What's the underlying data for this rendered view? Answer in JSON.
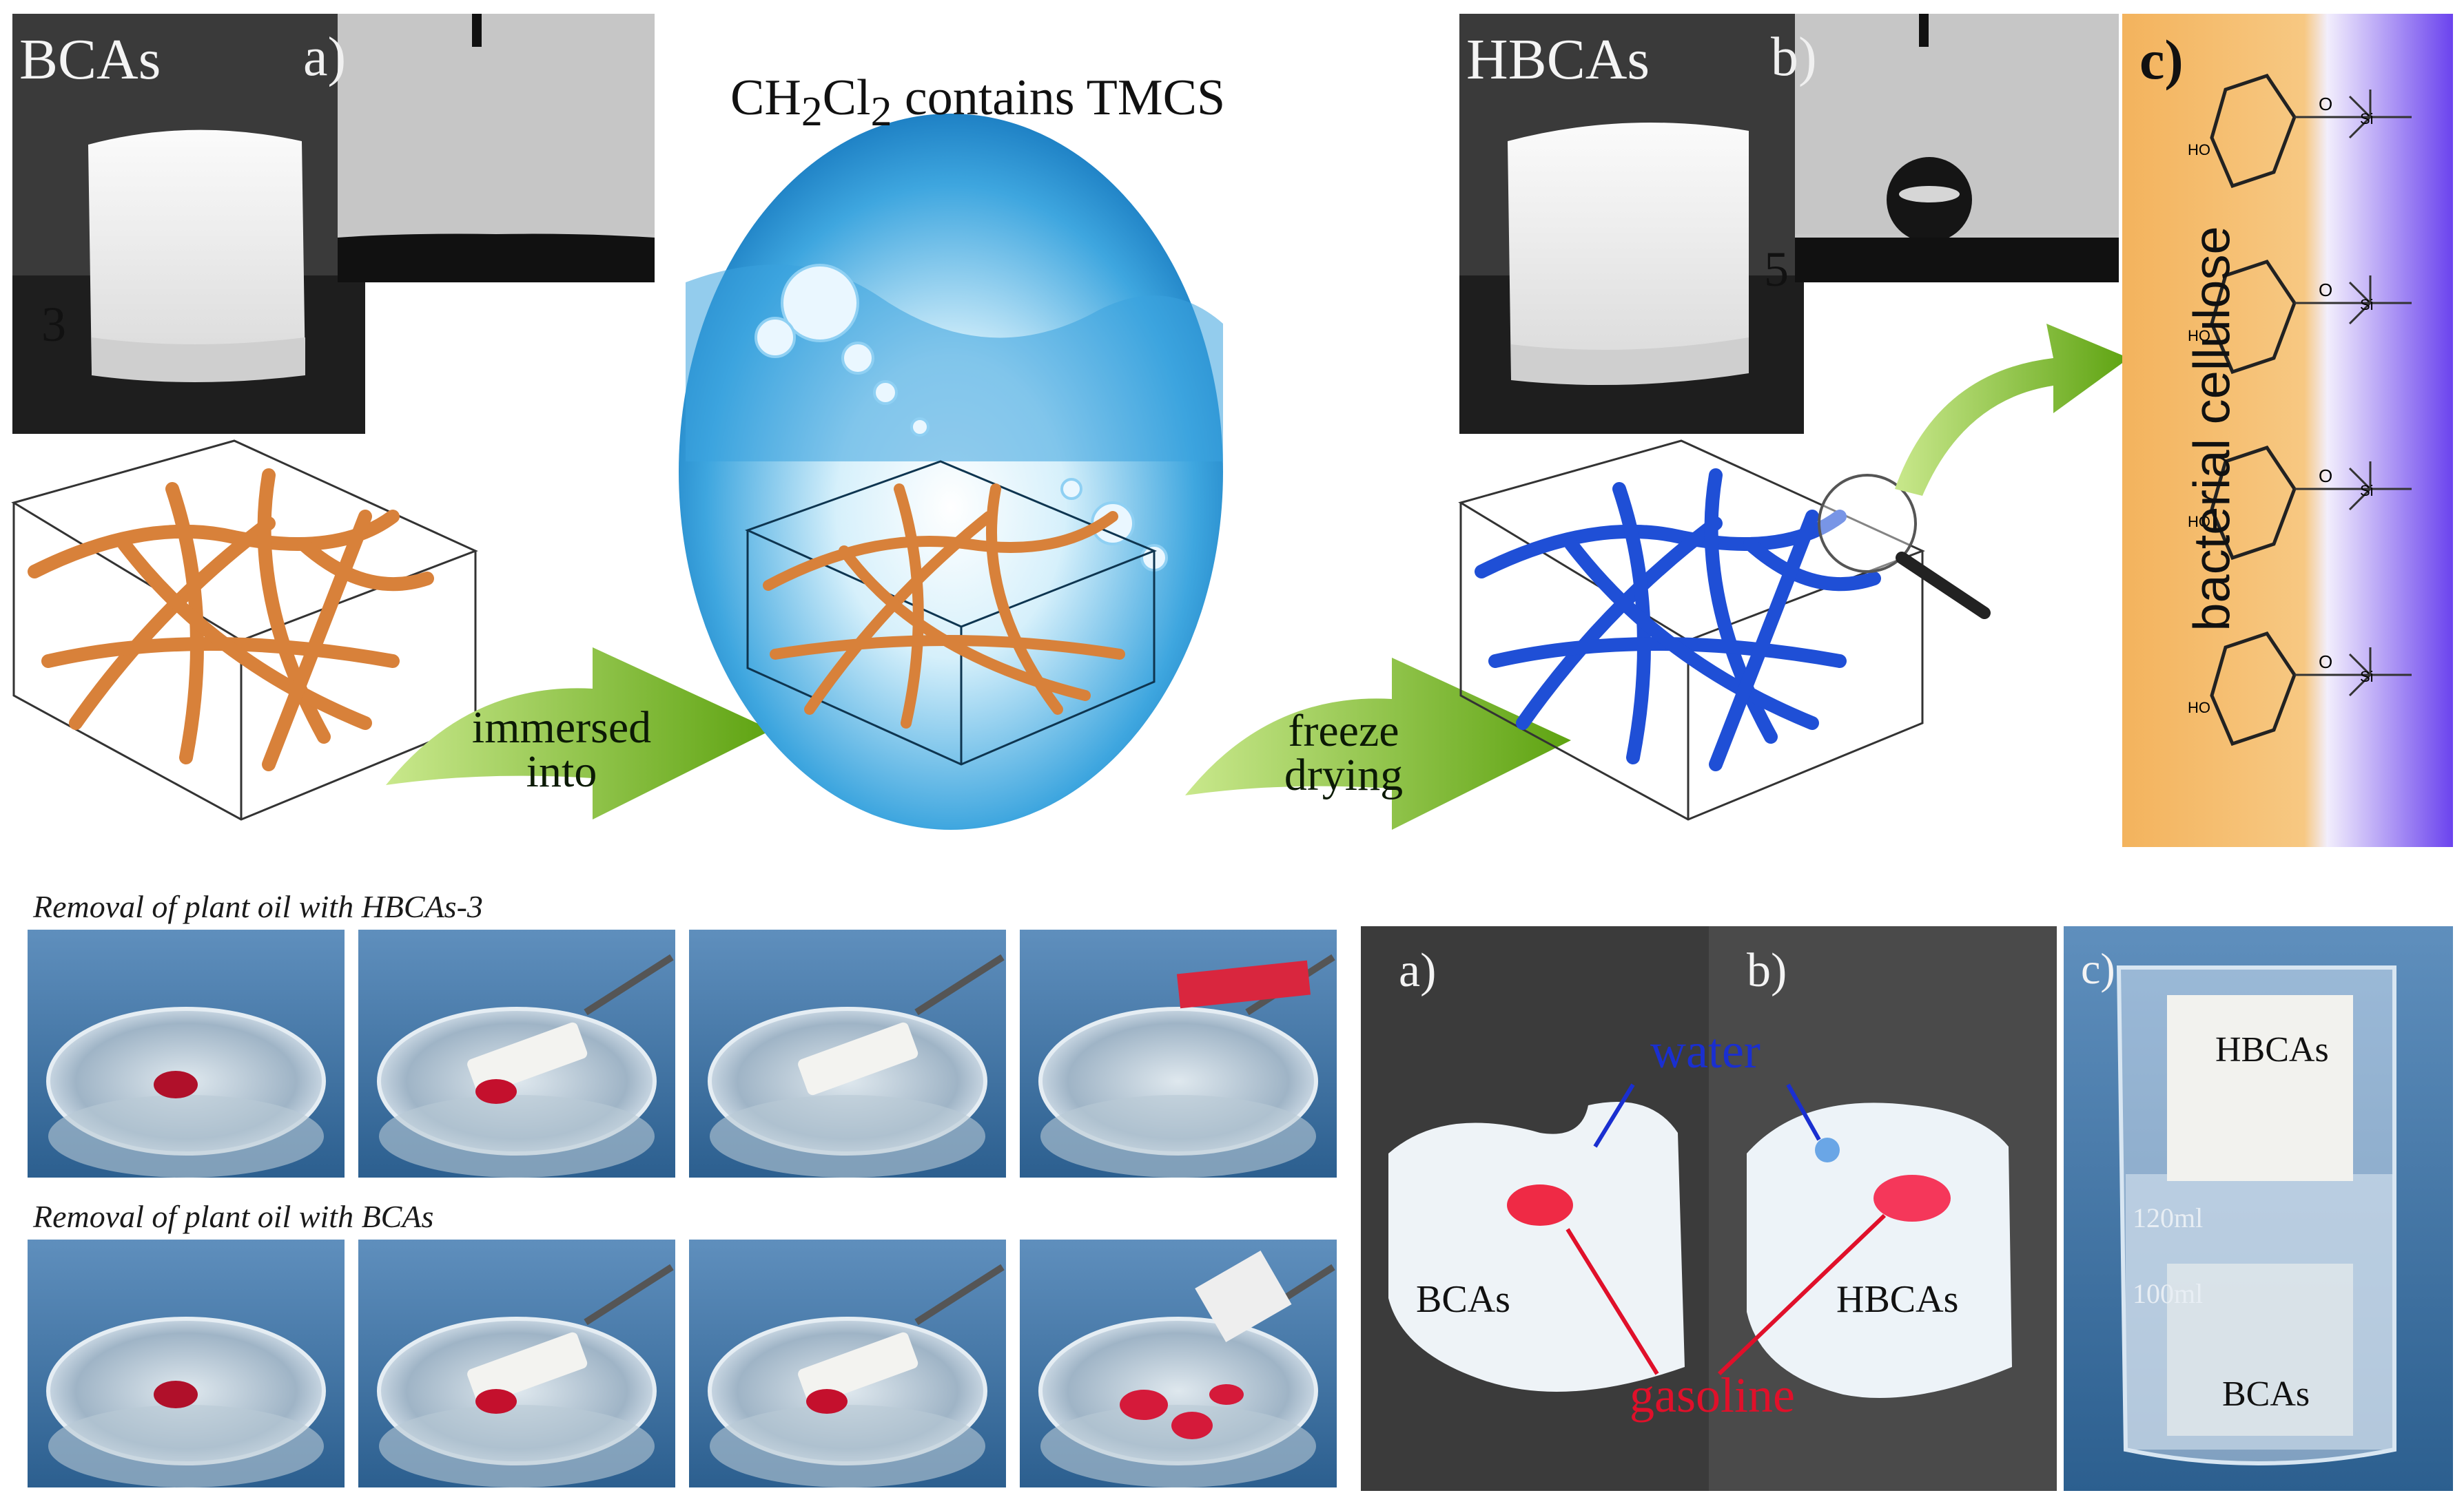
{
  "top": {
    "bcas": {
      "name": "BCAs",
      "panel": "a)",
      "ruler_digit": "3"
    },
    "hbcas": {
      "name": "HBCAs",
      "panel": "b)",
      "ruler_digit": "5"
    },
    "solution_title_html": "CH<sub>2</sub>Cl<sub>2</sub> contains TMCS",
    "arrow_1": "immersed into",
    "arrow_2": "freeze drying",
    "structure": {
      "panel": "c)",
      "label": "bacterial cellulose",
      "atom_o": "O",
      "atom_si": "Si",
      "group_oh": "HO"
    }
  },
  "bottom_left": {
    "row1_caption": "Removal of plant oil with HBCAs-3",
    "row2_caption": "Removal of plant oil with BCAs"
  },
  "bottom_right": {
    "panel_a": "a)",
    "panel_b": "b)",
    "panel_c": "c)",
    "water": "water",
    "gasoline": "gasoline",
    "cube_a_label": "BCAs",
    "cube_b_label": "HBCAs",
    "beaker_top": "HBCAs",
    "beaker_bottom": "BCAs",
    "beaker_mark_1": "120ml",
    "beaker_mark_2": "100ml"
  },
  "colors": {
    "fiber_orange": "#d8813a",
    "fiber_blue": "#1f4fd6",
    "arrow_green": "#7fbf2a",
    "water_blue": "#1e7fd0",
    "structure_orange": "#f6b861",
    "structure_violet": "#6a4cf0",
    "photo_blue": "#3b6f9e",
    "water_label": "#1a2fd0",
    "gasoline_label": "#e0102a"
  }
}
